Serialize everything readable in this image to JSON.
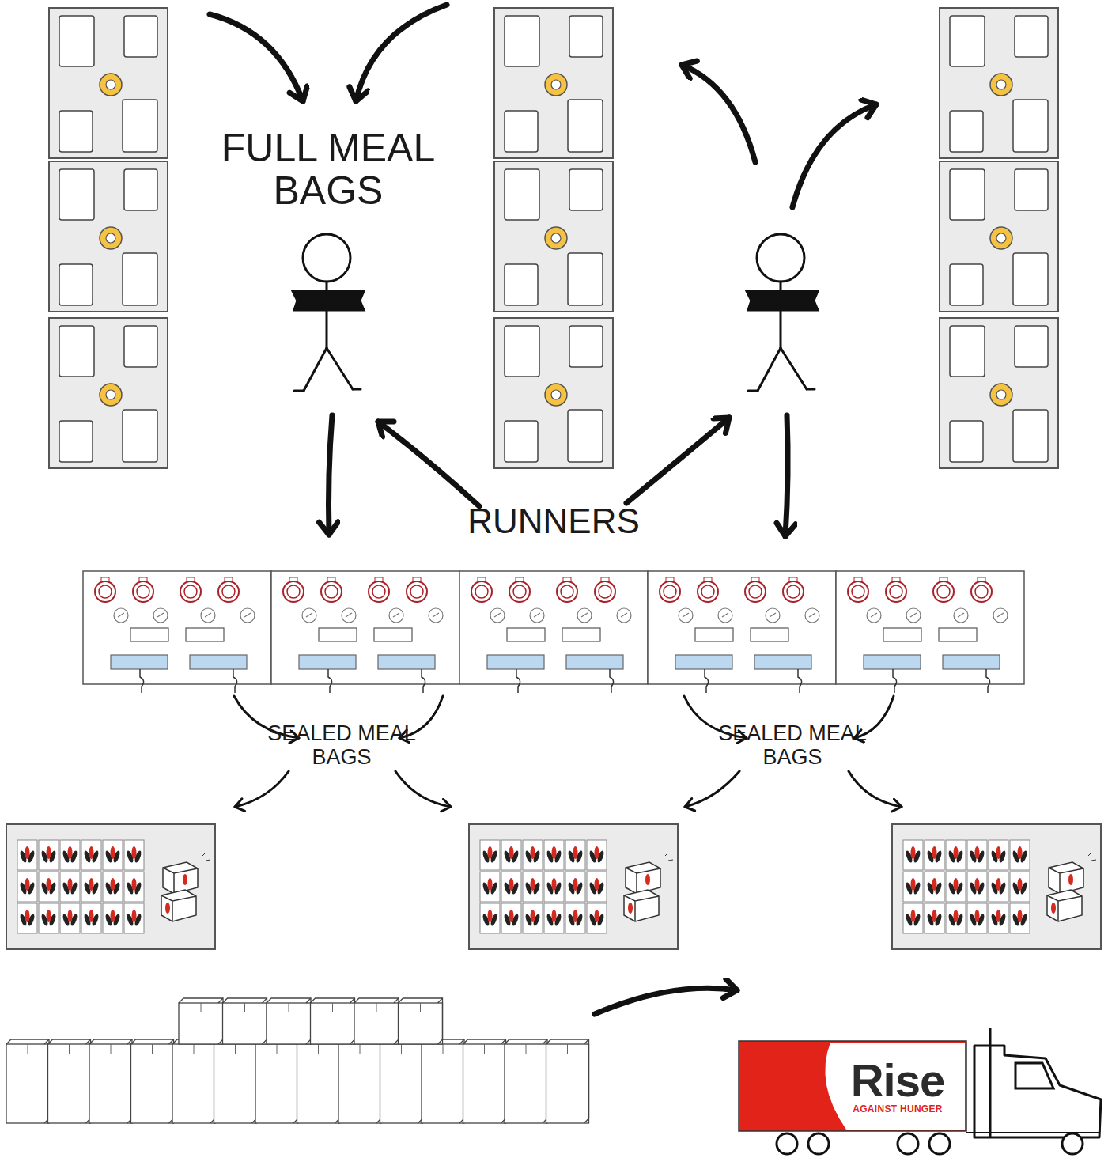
{
  "diagram": {
    "nodes": [
      {
        "text": [
          "Rise",
          "AGAINST HUNGER"
        ]
      }
    ],
    "labels": [
      "FULL MEAL BAGS",
      "RUNNERS",
      "SEALED MEAL BAGS",
      "SEALED MEAL BAGS"
    ]
  }
}
